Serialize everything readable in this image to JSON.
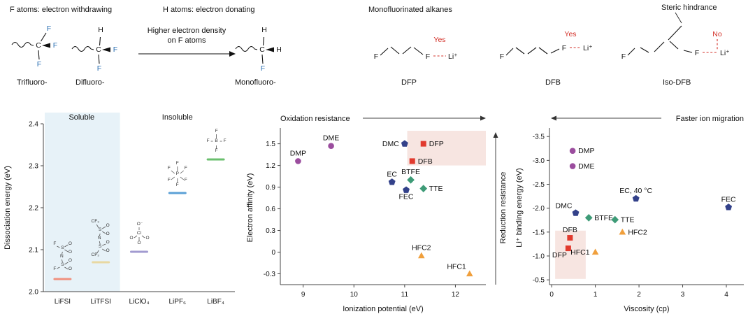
{
  "figure": {
    "header_left": "F atoms: electron withdrawing",
    "header_mid": "H atoms: electron donating",
    "header_right": "Monofluorinated alkanes",
    "arrow_text_1": "Higher electron density",
    "arrow_text_2": "on F atoms",
    "steric_hindrance": "Steric hindrance",
    "labels": {
      "trifluoro": "Trifluoro-",
      "difluoro": "Difluoro-",
      "monofluoro": "Monofluoro-",
      "dfp": "DFP",
      "dfb": "DFB",
      "isodfb": "Iso-DFB"
    },
    "atoms": {
      "C": "C",
      "H": "H",
      "F": "F",
      "li": "Li⁺",
      "yes": "Yes",
      "no": "No"
    },
    "colors": {
      "fluorine_blue": "#2b6fb3",
      "annotation_red": "#d32f27",
      "highlight_pink": "#f7e5e1",
      "soluble_region_blue": "#e7f2f8"
    }
  },
  "chart_data": [
    {
      "id": "salt-dissociation",
      "type": "bar",
      "ylabel": "Dissociation energy (eV)",
      "ylim": [
        2.0,
        2.4
      ],
      "yticks": [
        2.0,
        2.1,
        2.2,
        2.3,
        2.4
      ],
      "yticklabels": [
        "2.0",
        "2.1",
        "2.2",
        "2.3",
        "2.4"
      ],
      "categories": [
        "LiFSI",
        "LiTFSI",
        "LiClO₄",
        "LiPF₆",
        "LiBF₄"
      ],
      "values": [
        2.03,
        2.07,
        2.095,
        2.235,
        2.315
      ],
      "bar_colors": [
        "#f0917f",
        "#e8d8a2",
        "#a29bd0",
        "#5ba0d6",
        "#6abf6e"
      ],
      "regions": [
        {
          "label": "Soluble",
          "from": 0,
          "to": 2,
          "fill": "#e7f2f8"
        },
        {
          "label": "Insoluble",
          "from": 2,
          "to": 5,
          "fill": "none"
        }
      ],
      "structures": [
        {
          "w": 32,
          "h": 52,
          "atoms": [
            [
              "O",
              27,
              11
            ],
            [
              "O",
              27,
              23
            ],
            [
              "F",
              5,
              11
            ],
            [
              "S",
              16,
              17
            ],
            [
              "N",
              15,
              29
            ],
            [
              "S",
              16,
              41
            ],
            [
              "O",
              27,
              35
            ],
            [
              "O",
              27,
              47
            ],
            [
              "F",
              5,
              47
            ]
          ],
          "bonds": [
            [
              8,
              13,
              12,
              15
            ],
            [
              19,
              14,
              24,
              11
            ],
            [
              19,
              18,
              24,
              21
            ],
            [
              16,
              21,
              15,
              25
            ],
            [
              15,
              32,
              16,
              36
            ],
            [
              19,
              39,
              24,
              36
            ],
            [
              19,
              43,
              24,
              46
            ],
            [
              8,
              45,
              12,
              43
            ]
          ]
        },
        {
          "w": 40,
          "h": 58,
          "atoms": [
            [
              "CF₃",
              12,
              9
            ],
            [
              "O",
              30,
              15
            ],
            [
              "O",
              30,
              27
            ],
            [
              "S",
              19,
              21
            ],
            [
              "N",
              18,
              33
            ],
            [
              "S",
              19,
              45
            ],
            [
              "O",
              30,
              39
            ],
            [
              "O",
              30,
              51
            ],
            [
              "CF₃",
              12,
              57
            ]
          ],
          "bonds": [
            [
              14,
              12,
              17,
              17
            ],
            [
              22,
              18,
              27,
              15
            ],
            [
              22,
              22,
              27,
              25
            ],
            [
              19,
              25,
              18,
              29
            ],
            [
              18,
              36,
              19,
              40
            ],
            [
              22,
              42,
              27,
              40
            ],
            [
              22,
              47,
              27,
              50
            ],
            [
              14,
              54,
              17,
              49
            ]
          ]
        },
        {
          "w": 30,
          "h": 38,
          "atoms": [
            [
              "O⁻",
              16,
              8
            ],
            [
              "Cl",
              15,
              21
            ],
            [
              "O",
              4,
              28
            ],
            [
              "O",
              27,
              28
            ],
            [
              "O",
              15,
              35
            ]
          ],
          "bonds": [
            [
              15,
              11,
              15,
              15
            ],
            [
              12,
              23,
              8,
              26
            ],
            [
              19,
              23,
              23,
              26
            ],
            [
              15,
              25,
              15,
              31
            ]
          ]
        },
        {
          "w": 32,
          "h": 40,
          "atoms": [
            [
              "F",
              16,
              7
            ],
            [
              "F",
              4,
              14
            ],
            [
              "F",
              28,
              14
            ],
            [
              "P",
              16,
              22
            ],
            [
              "F",
              4,
              31
            ],
            [
              "F",
              28,
              31
            ],
            [
              "F",
              16,
              38
            ]
          ],
          "bonds": [
            [
              16,
              10,
              16,
              17
            ],
            [
              7,
              16,
              12,
              20
            ],
            [
              25,
              16,
              20,
              20
            ],
            [
              7,
              29,
              12,
              25
            ],
            [
              25,
              29,
              20,
              25
            ],
            [
              16,
              27,
              16,
              34
            ]
          ]
        },
        {
          "w": 30,
          "h": 38,
          "atoms": [
            [
              "F",
              16,
              7
            ],
            [
              "F",
              4,
              21
            ],
            [
              "B",
              16,
              21
            ],
            [
              "F",
              28,
              21
            ],
            [
              "F",
              16,
              35
            ]
          ],
          "bonds": [
            [
              16,
              10,
              16,
              16
            ],
            [
              8,
              20,
              11,
              20
            ],
            [
              21,
              20,
              24,
              20
            ],
            [
              16,
              26,
              16,
              31
            ]
          ]
        }
      ]
    },
    {
      "id": "redox-resistance",
      "type": "scatter",
      "xlabel": "Ionization potential (eV)",
      "ylabel": "Electron affinity (eV)",
      "top_label": "Oxidation resistance",
      "top_arrow_dir": "right",
      "right_label": "Reduction resistance",
      "xlim": [
        8.55,
        12.6
      ],
      "ylim": [
        -0.45,
        1.68
      ],
      "xticks": [
        9,
        10,
        11,
        12
      ],
      "xticklabels": [
        "9",
        "10",
        "11",
        "12"
      ],
      "yticks": [
        -0.3,
        0,
        0.3,
        0.6,
        0.9,
        1.2,
        1.5
      ],
      "yticklabels": [
        "-0.3",
        "0",
        "0.3",
        "0.6",
        "0.9",
        "1.2",
        "1.5"
      ],
      "highlight": {
        "x0": 11.05,
        "x1": 12.6,
        "y0": 1.2,
        "y1": 1.68,
        "color": "#f7e5e1"
      },
      "points": [
        {
          "label": "DMP",
          "x": 8.9,
          "y": 1.26,
          "marker": "circle",
          "color": "#9b4d9e",
          "lpos": "top"
        },
        {
          "label": "DME",
          "x": 9.55,
          "y": 1.47,
          "marker": "circle",
          "color": "#9b4d9e",
          "lpos": "top"
        },
        {
          "label": "DMC",
          "x": 11.0,
          "y": 1.5,
          "marker": "pentagon",
          "color": "#33418a",
          "lpos": "left"
        },
        {
          "label": "DFP",
          "x": 11.37,
          "y": 1.5,
          "marker": "square",
          "color": "#e13a2e",
          "lpos": "right"
        },
        {
          "label": "DFB",
          "x": 11.15,
          "y": 1.26,
          "marker": "square",
          "color": "#e13a2e",
          "lpos": "right"
        },
        {
          "label": "EC",
          "x": 10.75,
          "y": 0.97,
          "marker": "pentagon",
          "color": "#33418a",
          "lpos": "top"
        },
        {
          "label": "BTFE",
          "x": 11.12,
          "y": 1.0,
          "marker": "diamond",
          "color": "#3e9b77",
          "lpos": "top"
        },
        {
          "label": "FEC",
          "x": 11.03,
          "y": 0.86,
          "marker": "pentagon",
          "color": "#33418a",
          "lpos": "bottom"
        },
        {
          "label": "TTE",
          "x": 11.37,
          "y": 0.88,
          "marker": "diamond",
          "color": "#3e9b77",
          "lpos": "right"
        },
        {
          "label": "HFC2",
          "x": 11.33,
          "y": -0.05,
          "marker": "triangle",
          "color": "#f09f3c",
          "lpos": "top"
        },
        {
          "label": "HFC1",
          "x": 12.28,
          "y": -0.3,
          "marker": "triangle",
          "color": "#f09f3c",
          "lpos": "top-left"
        }
      ]
    },
    {
      "id": "li-binding",
      "type": "scatter",
      "xlabel": "Viscosity (cp)",
      "ylabel": "Li⁺ binding energy (eV)",
      "top_label": "Faster ion migration",
      "top_arrow_dir": "left",
      "xlim": [
        -0.05,
        4.4
      ],
      "ylim": [
        -0.4,
        -3.62
      ],
      "xticks": [
        0,
        1,
        2,
        3,
        4
      ],
      "xticklabels": [
        "0",
        "1",
        "2",
        "3",
        "4"
      ],
      "yticks": [
        -3.5,
        -3.0,
        -2.5,
        -2.0,
        -1.5,
        -1.0,
        -0.5
      ],
      "yticklabels": [
        "-3.5",
        "-3.0",
        "-2.5",
        "-2.0",
        "-1.5",
        "-1.0",
        "-0.5"
      ],
      "highlight": {
        "x0": 0.08,
        "x1": 0.78,
        "y0": -0.52,
        "y1": -1.53,
        "color": "#f7e5e1"
      },
      "points": [
        {
          "label": "DMP",
          "x": 0.48,
          "y": -3.2,
          "marker": "circle",
          "color": "#9b4d9e",
          "lpos": "right"
        },
        {
          "label": "DME",
          "x": 0.48,
          "y": -2.88,
          "marker": "circle",
          "color": "#9b4d9e",
          "lpos": "right"
        },
        {
          "label": "EC, 40 °C",
          "x": 1.93,
          "y": -2.2,
          "marker": "pentagon",
          "color": "#33418a",
          "lpos": "top"
        },
        {
          "label": "FEC",
          "x": 4.05,
          "y": -2.02,
          "marker": "pentagon",
          "color": "#33418a",
          "lpos": "top"
        },
        {
          "label": "DMC",
          "x": 0.55,
          "y": -1.9,
          "marker": "pentagon",
          "color": "#33418a",
          "lpos": "top-left"
        },
        {
          "label": "BTFE",
          "x": 0.85,
          "y": -1.8,
          "marker": "diamond",
          "color": "#3e9b77",
          "lpos": "right"
        },
        {
          "label": "TTE",
          "x": 1.45,
          "y": -1.76,
          "marker": "diamond",
          "color": "#3e9b77",
          "lpos": "right"
        },
        {
          "label": "HFC2",
          "x": 1.62,
          "y": -1.5,
          "marker": "triangle",
          "color": "#f09f3c",
          "lpos": "right"
        },
        {
          "label": "DFB",
          "x": 0.42,
          "y": -1.38,
          "marker": "square",
          "color": "#e13a2e",
          "lpos": "top"
        },
        {
          "label": "DFP",
          "x": 0.38,
          "y": -1.16,
          "marker": "square",
          "color": "#e13a2e",
          "lpos": "bottom-left"
        },
        {
          "label": "HFC1",
          "x": 1.0,
          "y": -1.08,
          "marker": "triangle",
          "color": "#f09f3c",
          "lpos": "left"
        }
      ]
    }
  ]
}
